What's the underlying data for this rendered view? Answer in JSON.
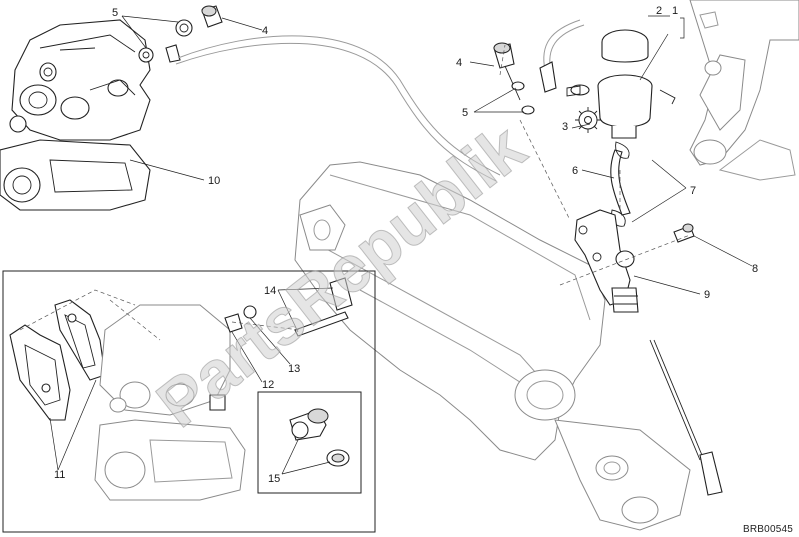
{
  "diagram": {
    "reference_code": "BRB00545",
    "callouts": [
      "1",
      "2",
      "3",
      "4",
      "5",
      "6",
      "7",
      "8",
      "9",
      "10",
      "11",
      "12",
      "13",
      "14",
      "15"
    ],
    "watermark": "PartsRepublik"
  }
}
